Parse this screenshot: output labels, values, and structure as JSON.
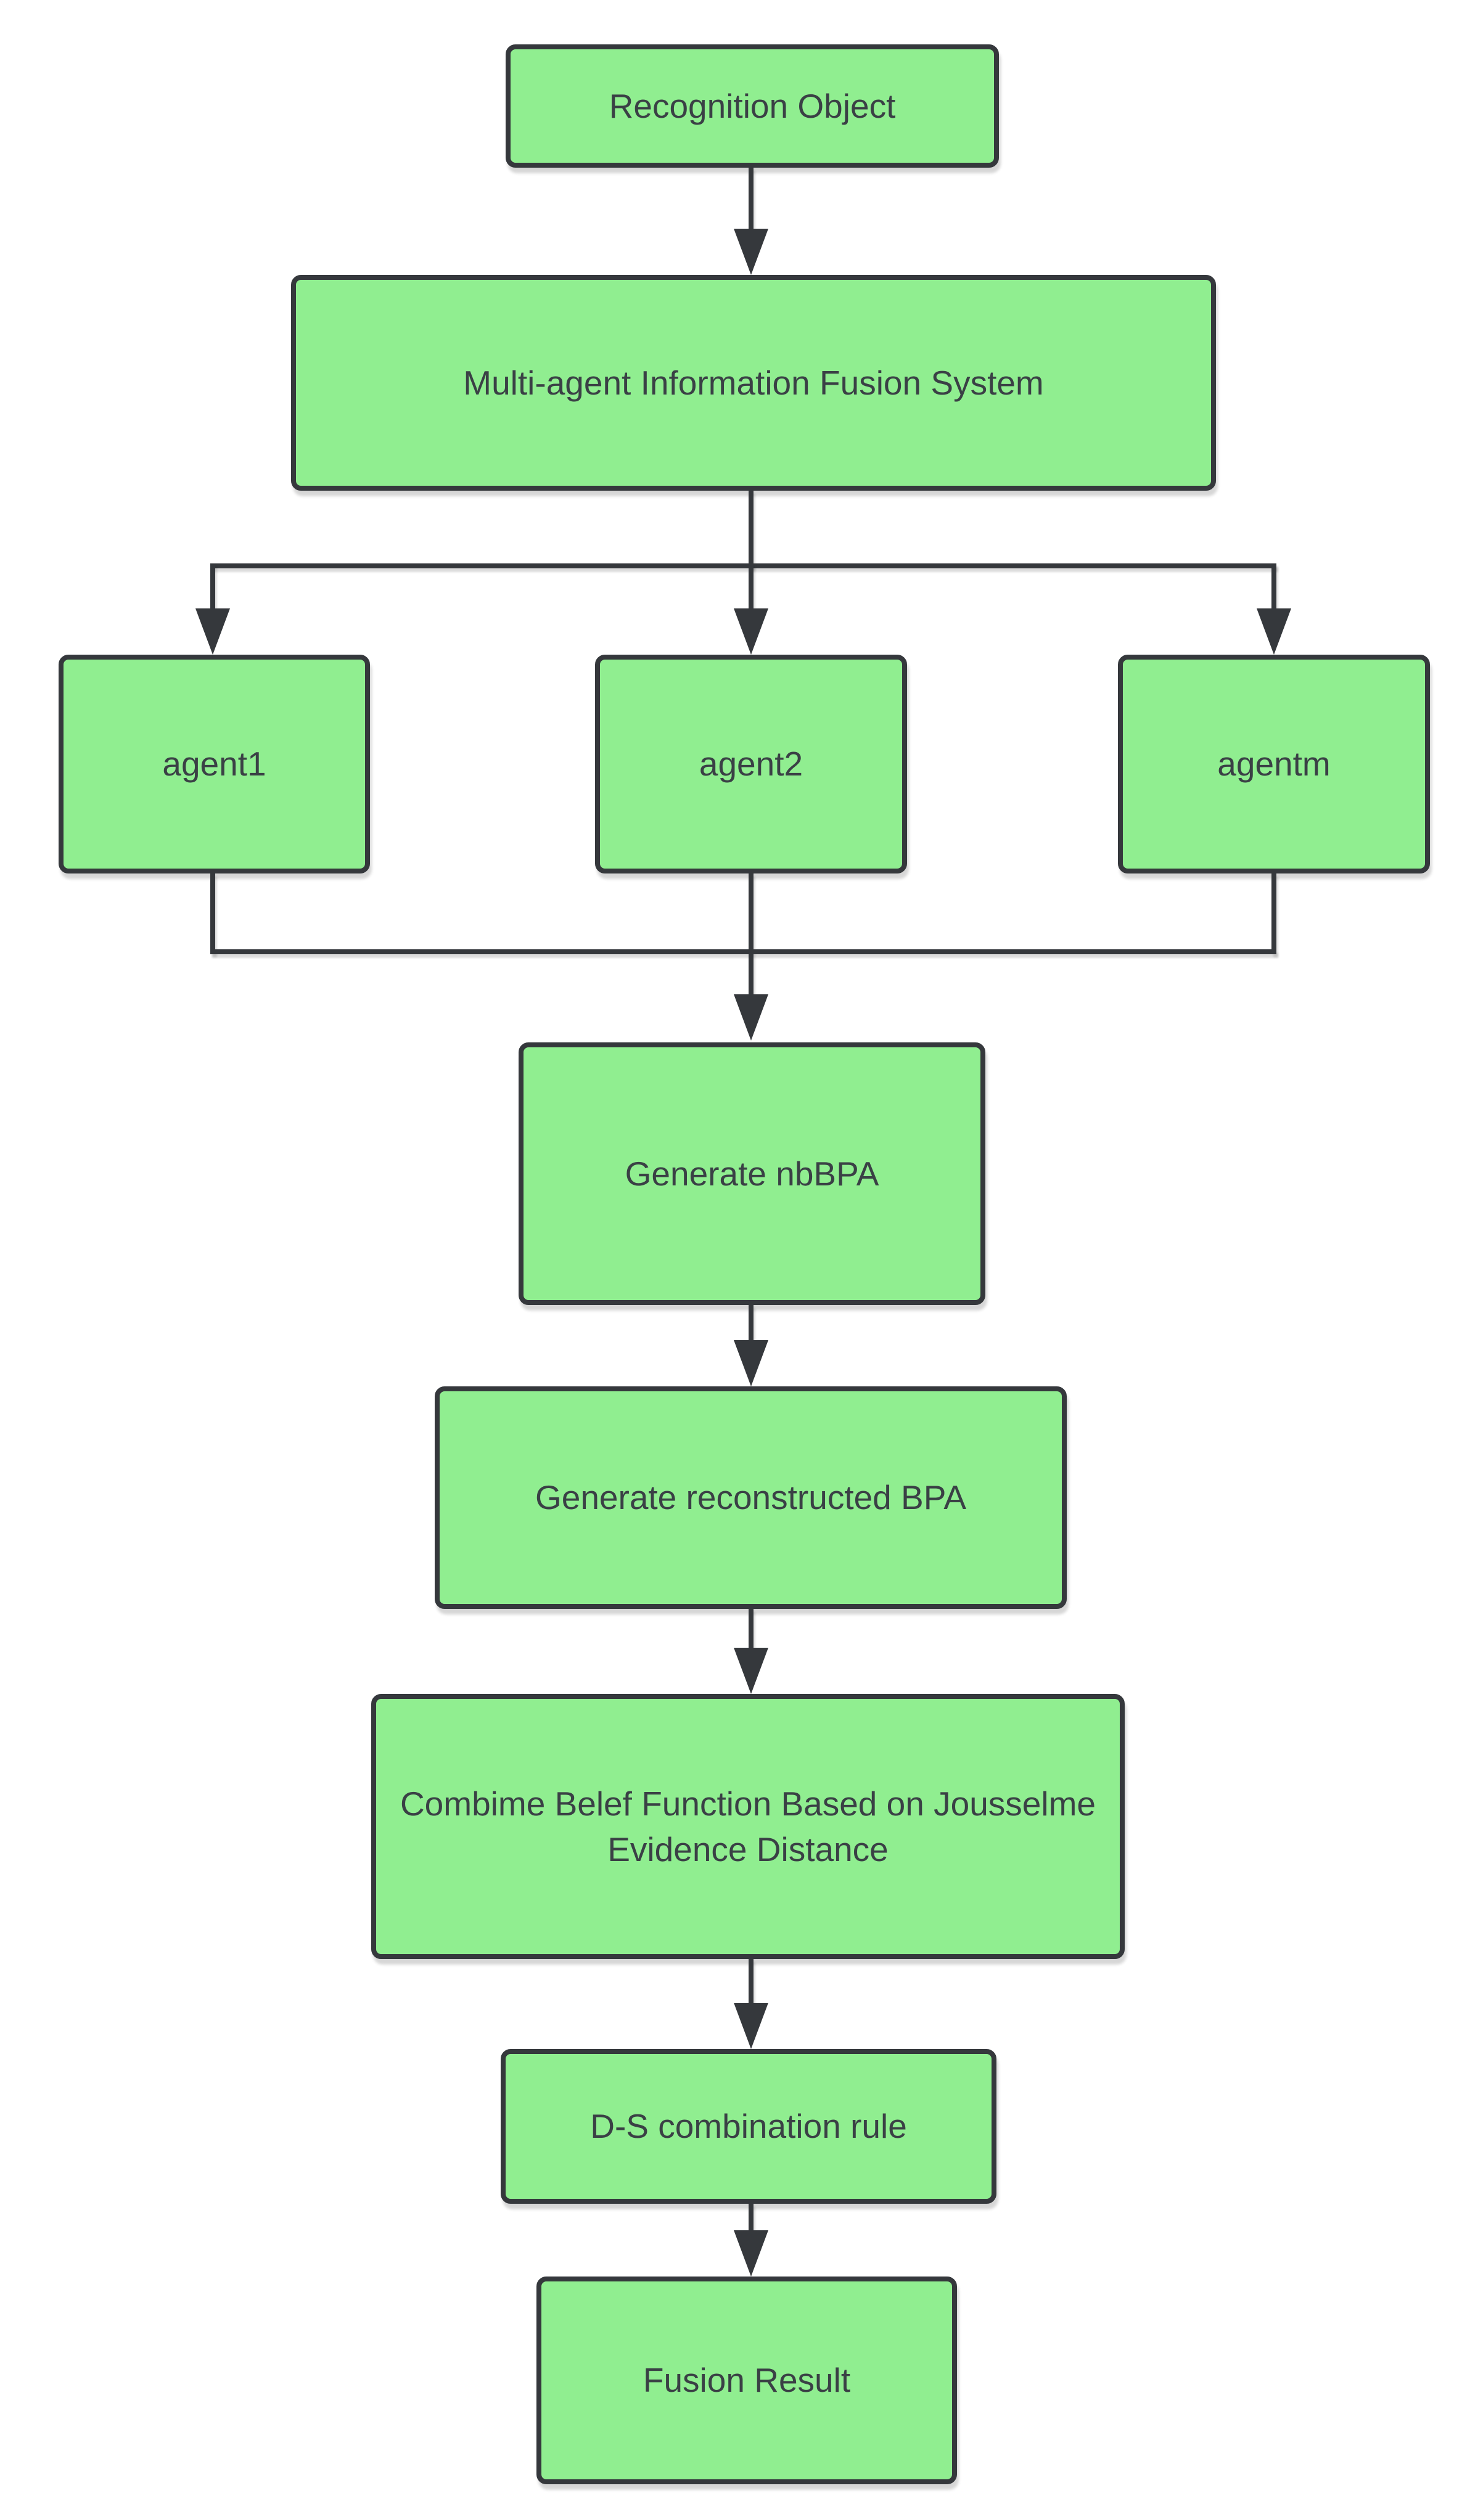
{
  "diagram": {
    "type": "flowchart",
    "background_color": "#ffffff",
    "node_fill_color": "#90EE90",
    "node_border_color": "#35383c",
    "connector_color": "#35383c",
    "text_color": "#3a4045",
    "nodes": [
      {
        "id": "recognition-object",
        "label": "Recognition Object"
      },
      {
        "id": "fusion-system",
        "label": "Multi-agent Information Fusion System"
      },
      {
        "id": "agent1",
        "label": "agent1"
      },
      {
        "id": "agent2",
        "label": "agent2"
      },
      {
        "id": "agentm",
        "label": "agentm"
      },
      {
        "id": "generate-nbbpa",
        "label": "Generate nbBPA"
      },
      {
        "id": "generate-reconstructed-bpa",
        "label": "Generate reconstructed BPA"
      },
      {
        "id": "combine-belief-function",
        "label": "Combime Belef Function Based on Jousselme Evidence Distance"
      },
      {
        "id": "ds-combination-rule",
        "label": "D-S combination rule"
      },
      {
        "id": "fusion-result",
        "label": "Fusion Result"
      }
    ],
    "edges": [
      {
        "from": "recognition-object",
        "to": "fusion-system"
      },
      {
        "from": "fusion-system",
        "to": "agent1"
      },
      {
        "from": "fusion-system",
        "to": "agent2"
      },
      {
        "from": "fusion-system",
        "to": "agentm"
      },
      {
        "from": "agent1",
        "to": "generate-nbbpa"
      },
      {
        "from": "agent2",
        "to": "generate-nbbpa"
      },
      {
        "from": "agentm",
        "to": "generate-nbbpa"
      },
      {
        "from": "generate-nbbpa",
        "to": "generate-reconstructed-bpa"
      },
      {
        "from": "generate-reconstructed-bpa",
        "to": "combine-belief-function"
      },
      {
        "from": "combine-belief-function",
        "to": "ds-combination-rule"
      },
      {
        "from": "ds-combination-rule",
        "to": "fusion-result"
      }
    ]
  }
}
